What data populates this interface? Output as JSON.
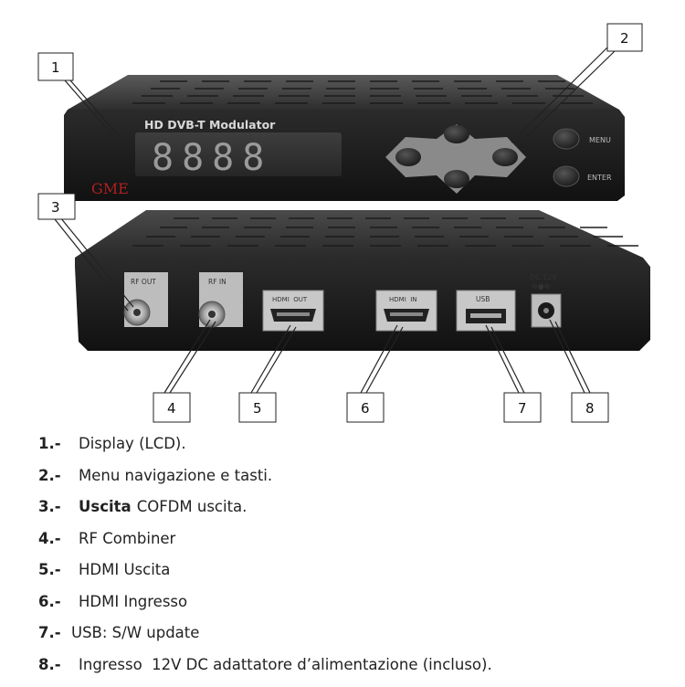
{
  "front_panel": {
    "title": "HD DVB-T Modulator",
    "display_digits": "8888",
    "brand": "GME",
    "menu_label": "MENU",
    "enter_label": "ENTER"
  },
  "rear_panel": {
    "rf_out_label": "RF OUT",
    "rf_in_label": "RF IN",
    "hdmi_out_label": "HDMI  OUT",
    "hdmi_in_label": "HDMI  IN",
    "usb_label": "USB",
    "dc_label": "DC 12V",
    "dc_polarity": "⊖●⊕"
  },
  "callouts": [
    "1",
    "2",
    "3",
    "4",
    "5",
    "6",
    "7",
    "8"
  ],
  "legend": [
    {
      "num": "1.-",
      "strong": "",
      "text": "Display (LCD)."
    },
    {
      "num": "2.-",
      "strong": "",
      "text": "Menu navigazione e tasti."
    },
    {
      "num": "3.-",
      "strong": "Uscita",
      "text": "COFDM uscita."
    },
    {
      "num": "4.-",
      "strong": "",
      "text": "RF Combiner"
    },
    {
      "num": "5.-",
      "strong": "",
      "text": "HDMI Uscita"
    },
    {
      "num": "6.-",
      "strong": "",
      "text": "HDMI Ingresso"
    },
    {
      "num": "7.-",
      "strong": "",
      "text": "USB: S/W update"
    },
    {
      "num": "8.-",
      "strong": "",
      "text": "Ingresso  12V DC adattatore d’alimentazione (incluso)."
    }
  ]
}
